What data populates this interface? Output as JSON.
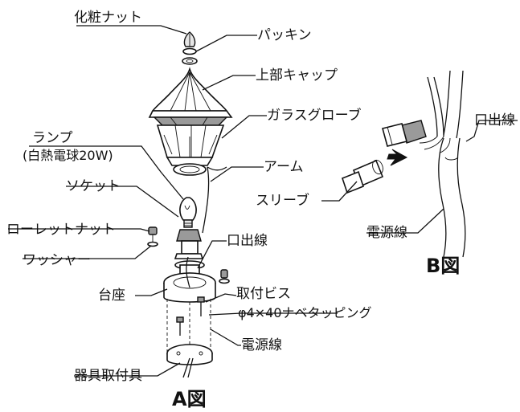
{
  "labels": {
    "finial_nut": "化粧ナット",
    "packing": "パッキン",
    "top_cap": "上部キャップ",
    "glass_globe": "ガラスグローブ",
    "lamp": "ランプ",
    "lamp_spec": "(白熱電球20W)",
    "arm": "アーム",
    "socket": "ソケット",
    "knurled_nut": "ローレットナット",
    "washer": "ワッシャー",
    "lead_wire_a": "口出線",
    "base": "台座",
    "mount_screw": "取付ビス",
    "screw_spec": "φ4×40ナベタッピング",
    "power_cable_a": "電源線",
    "mount_bracket": "器具取付具",
    "lead_wire_b": "口出線",
    "sleeve": "スリーブ",
    "power_cable_b": "電源線"
  },
  "captions": {
    "figure_a": "A図",
    "figure_b": "B図"
  }
}
